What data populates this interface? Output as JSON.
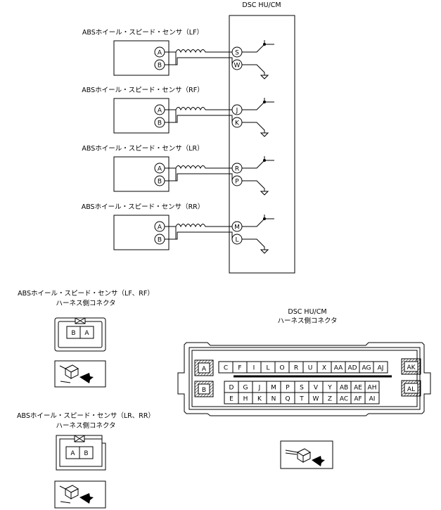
{
  "module": {
    "title": "DSC HU/CM"
  },
  "sensors": [
    {
      "label": "ABSホイール・スピード・センサ（LF）",
      "pin_a": "A",
      "pin_b": "B",
      "term_sig": "S",
      "term_gnd": "W"
    },
    {
      "label": "ABSホイール・スピード・センサ（RF）",
      "pin_a": "A",
      "pin_b": "B",
      "term_sig": "J",
      "term_gnd": "K"
    },
    {
      "label": "ABSホイール・スピード・センサ（LR）",
      "pin_a": "A",
      "pin_b": "B",
      "term_sig": "R",
      "term_gnd": "P"
    },
    {
      "label": "ABSホイール・スピード・センサ（RR）",
      "pin_a": "A",
      "pin_b": "B",
      "term_sig": "M",
      "term_gnd": "L"
    }
  ],
  "connector_front": {
    "title_line1": "ABSホイール・スピード・センサ（LF、RF）",
    "title_line2": "ハーネス側コネクタ",
    "pins": [
      "B",
      "A"
    ]
  },
  "connector_rear": {
    "title_line1": "ABSホイール・スピード・センサ（LR、RR）",
    "title_line2": "ハーネス側コネクタ",
    "pins": [
      "A",
      "B"
    ]
  },
  "dsc_connector": {
    "title_line1": "DSC HU/CM",
    "title_line2": "ハーネス側コネクタ",
    "side_left_top": "A",
    "side_left_bottom": "B",
    "side_right_top": "AK",
    "side_right_bottom": "AL",
    "row1": [
      "C",
      "F",
      "I",
      "L",
      "O",
      "R",
      "U",
      "X",
      "AA",
      "AD",
      "AG",
      "AJ"
    ],
    "row2": [
      "D",
      "G",
      "J",
      "M",
      "P",
      "S",
      "V",
      "Y",
      "AB",
      "AE",
      "AH"
    ],
    "row3": [
      "E",
      "H",
      "K",
      "N",
      "Q",
      "T",
      "W",
      "Z",
      "AC",
      "AF",
      "AI"
    ]
  }
}
